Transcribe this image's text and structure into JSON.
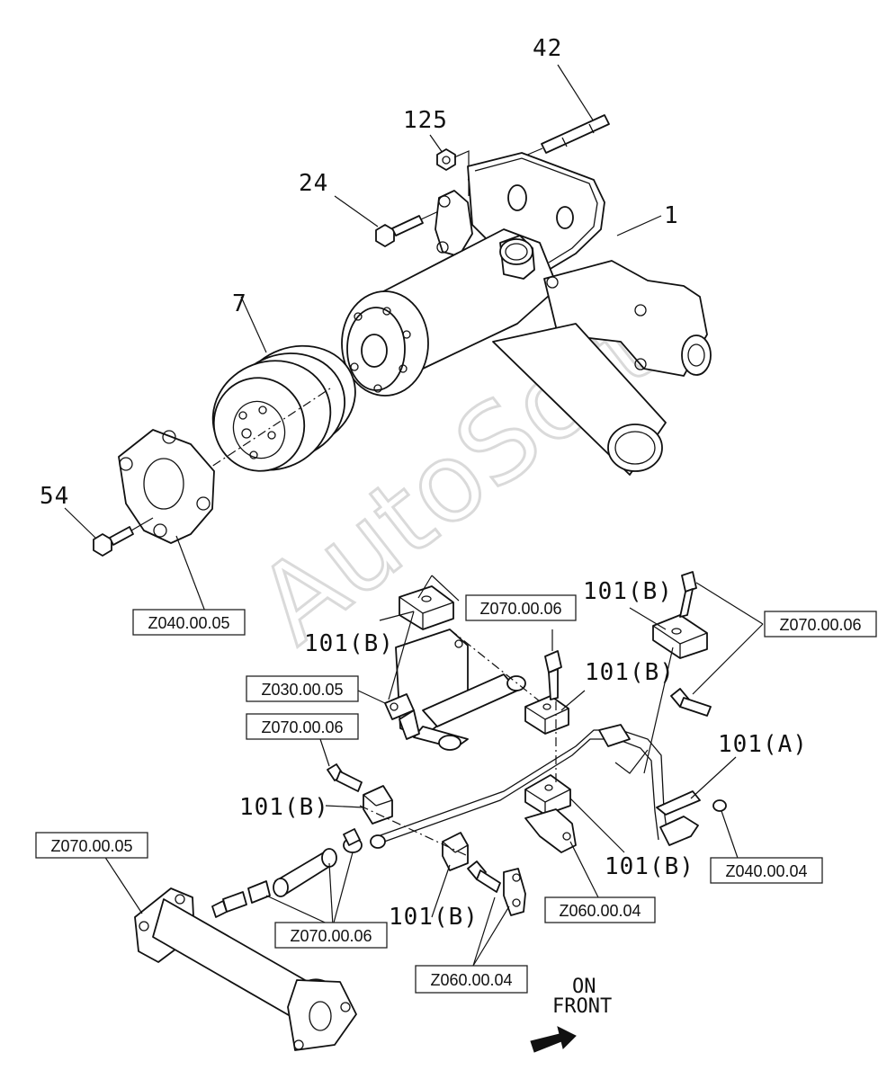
{
  "watermark": "AutoSoft",
  "part_numbers": {
    "p42": "42",
    "p125": "125",
    "p24": "24",
    "p1": "1",
    "p7": "7",
    "p54": "54",
    "p101b_1": "101(B)",
    "p101b_2": "101(B)",
    "p101b_3": "101(B)",
    "p101b_4": "101(B)",
    "p101b_5": "101(B)",
    "p101b_6": "101(B)",
    "p101a": "101(A)"
  },
  "reference_boxes": {
    "r1": "Z040.00.05",
    "r2": "Z070.00.06",
    "r3": "Z070.00.06",
    "r4": "Z030.00.05",
    "r5": "Z070.00.06",
    "r6": "Z070.00.05",
    "r7": "Z070.00.06",
    "r8": "Z060.00.04",
    "r9": "Z060.00.04",
    "r10": "Z040.00.04"
  },
  "front_marker": {
    "line1": "ON",
    "line2": "FRONT"
  }
}
